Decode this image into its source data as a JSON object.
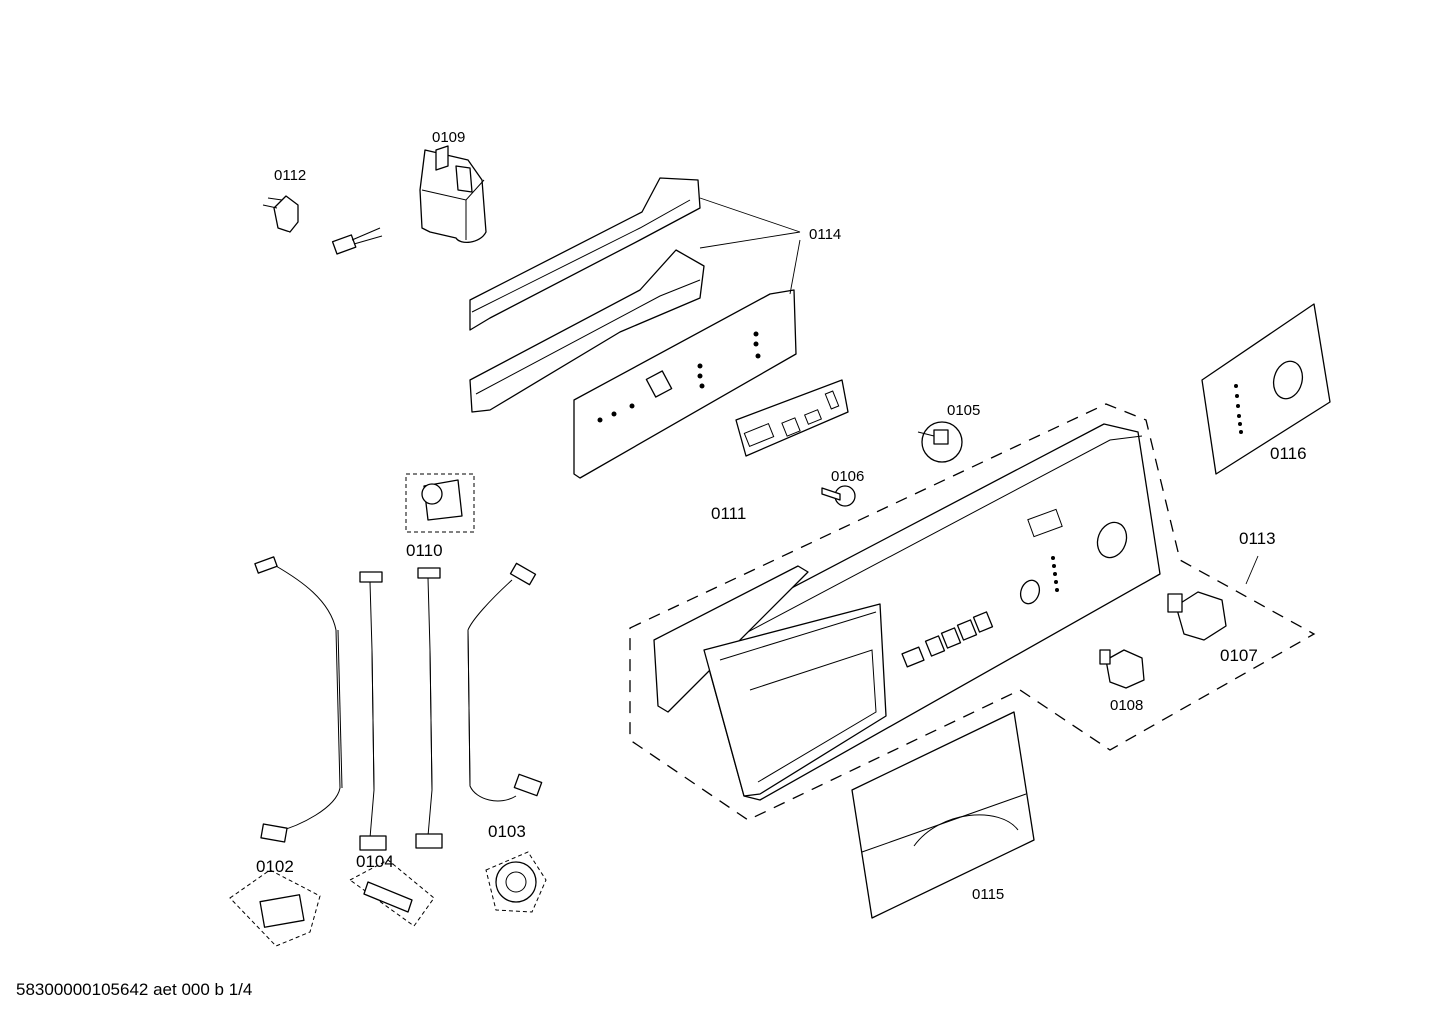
{
  "labels": {
    "p0112": "0112",
    "p0109": "0109",
    "p0114": "0114",
    "p0105": "0105",
    "p0116": "0116",
    "p0106": "0106",
    "p0111": "0111",
    "p0110": "0110",
    "p0113": "0113",
    "p0107": "0107",
    "p0108": "0108",
    "p0102": "0102",
    "p0104": "0104",
    "p0103": "0103",
    "p0115": "0115"
  },
  "footer": "58300000105642 aet 000 b 1/4"
}
